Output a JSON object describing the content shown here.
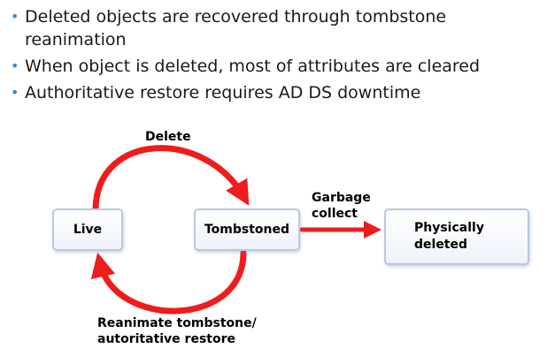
{
  "bullets": [
    "Deleted objects are recovered through tombstone reanimation",
    "When object is deleted, most of attributes are cleared",
    "Authoritative restore requires AD DS downtime"
  ],
  "diagram": {
    "nodes": {
      "live": "Live",
      "tombstoned": "Tombstoned",
      "physically_deleted": "Physically deleted"
    },
    "edges": {
      "delete": "Delete",
      "garbage_collect": "Garbage collect",
      "reanimate": "Reanimate tombstone/ autoritative restore"
    },
    "colors": {
      "arrow": "#ee1c1c",
      "node_border": "#b9c7e0",
      "bullet": "#2e8fd6"
    }
  }
}
